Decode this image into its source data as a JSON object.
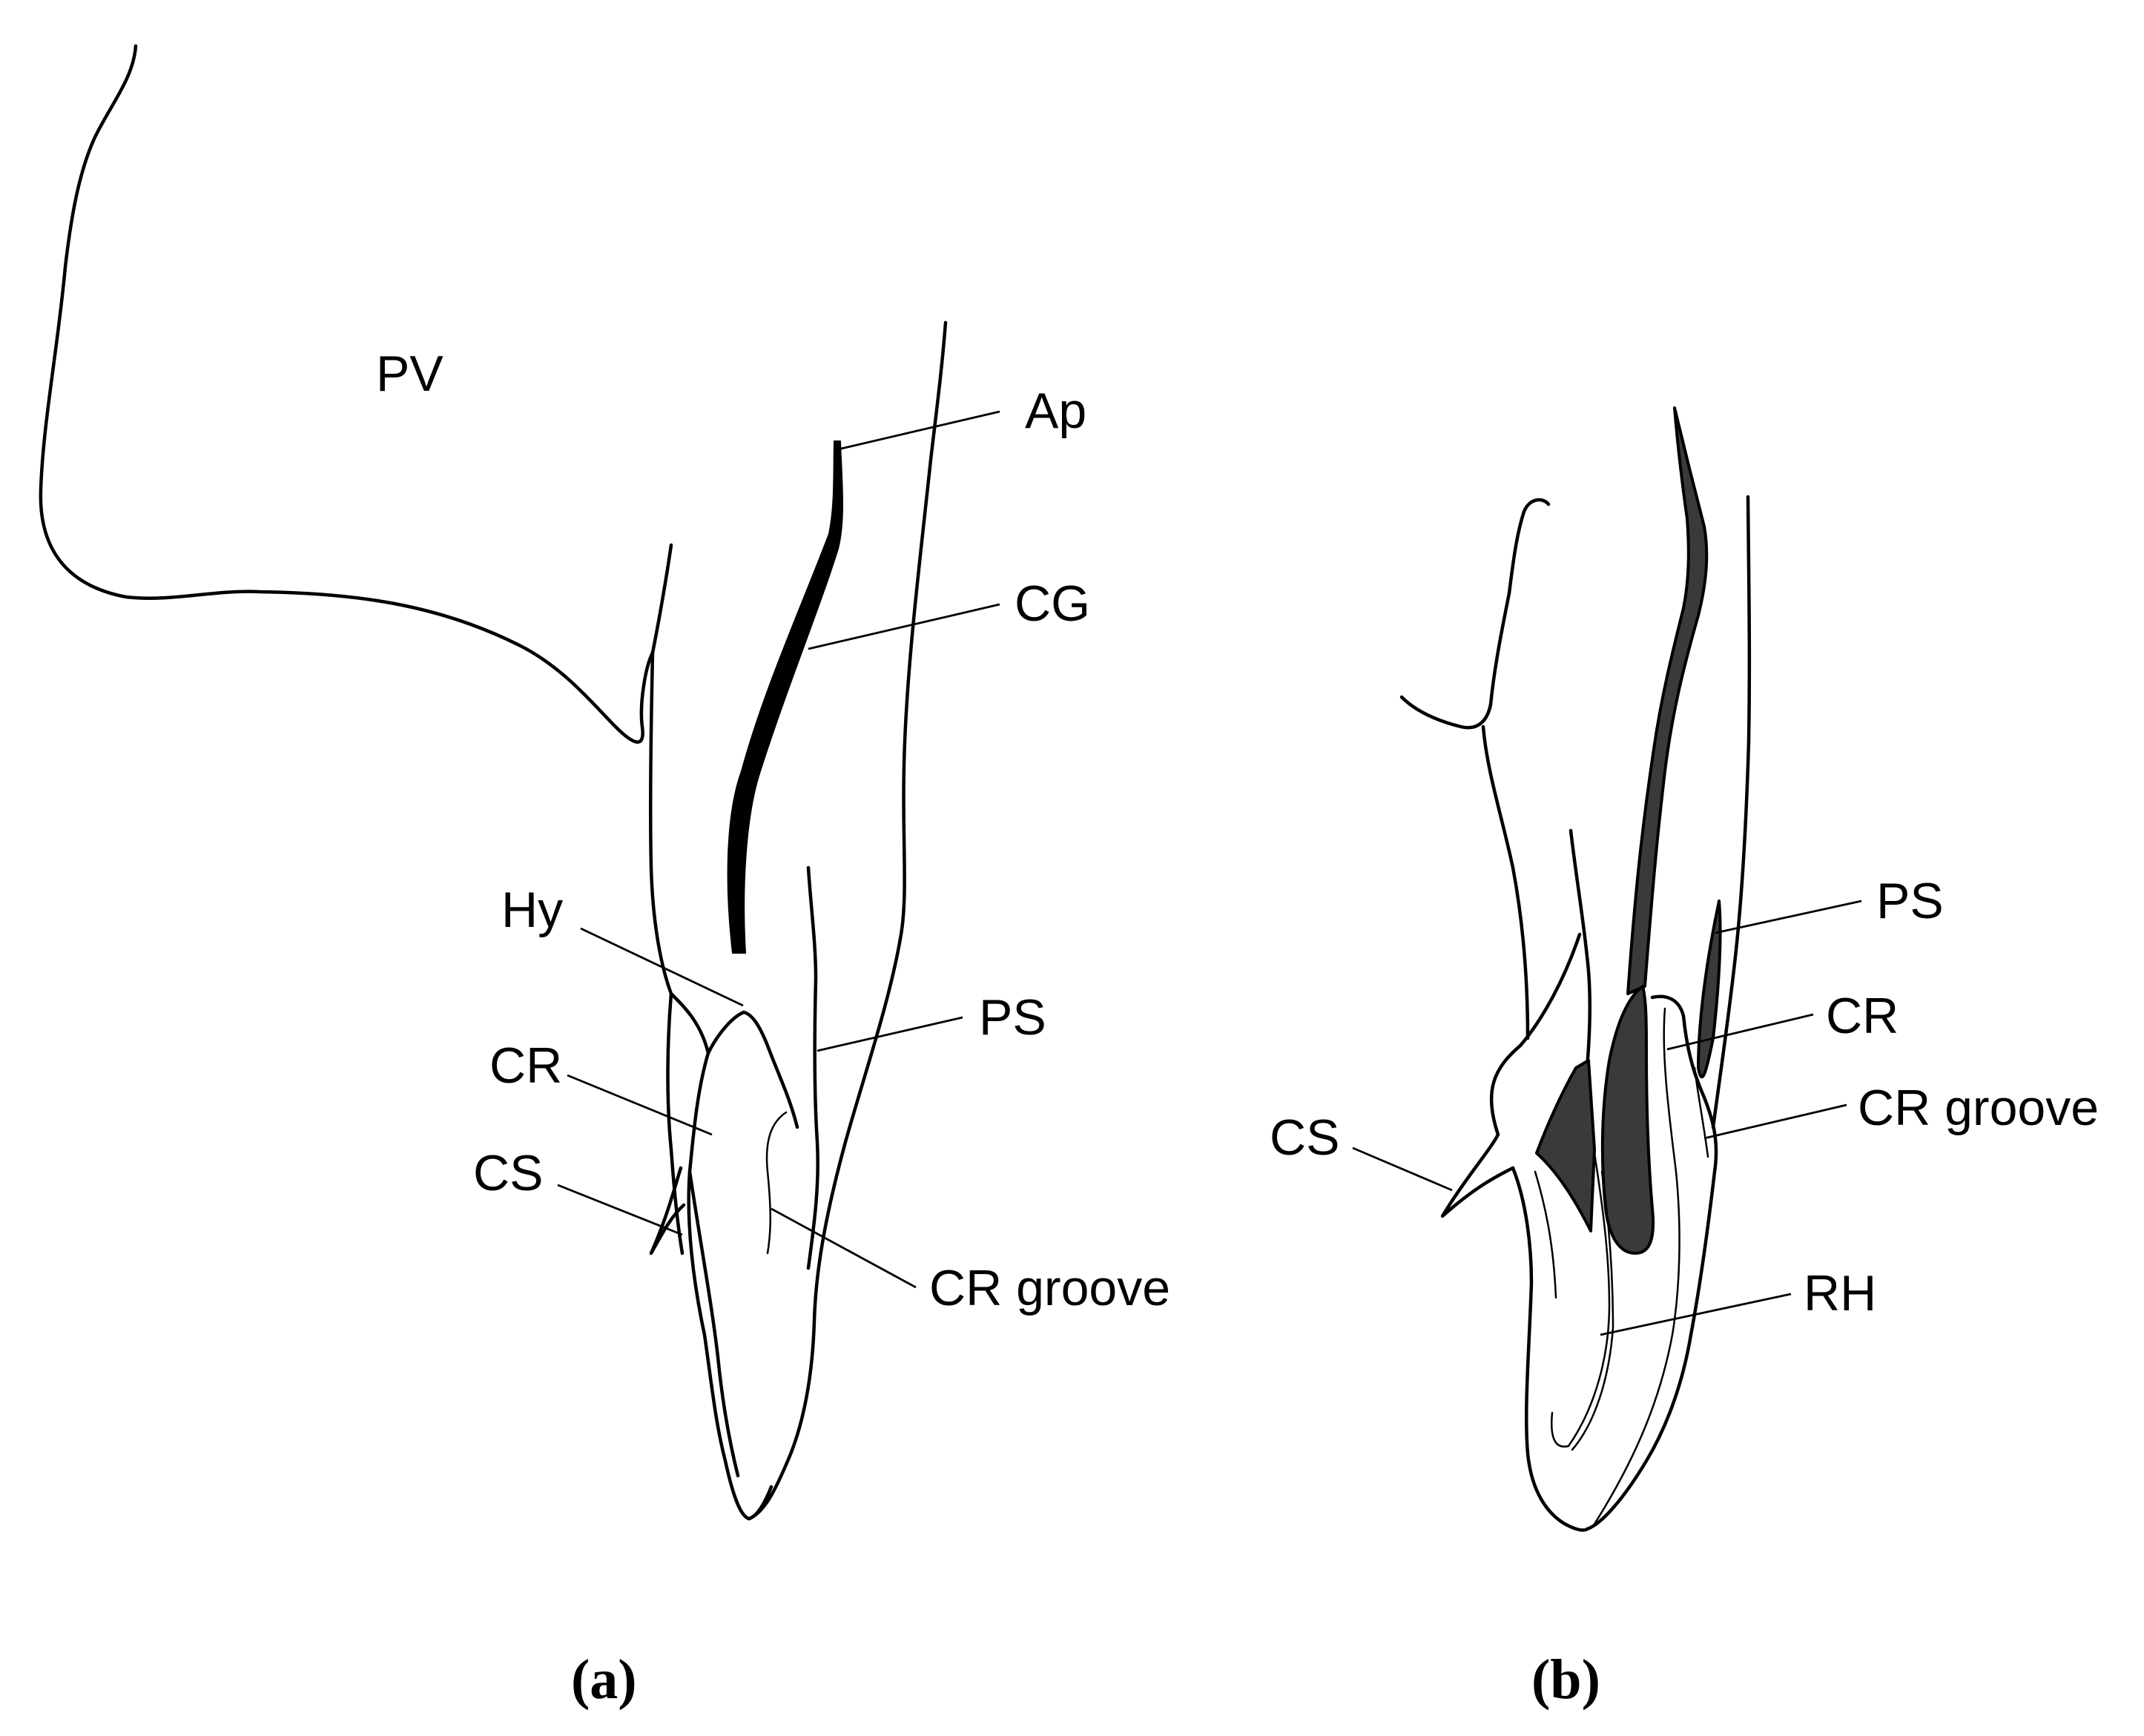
{
  "panel_a": {
    "caption": "(a)",
    "labels": {
      "pv": "PV",
      "ap": "Ap",
      "cg": "CG",
      "hy": "Hy",
      "ps": "PS",
      "cr": "CR",
      "cs": "CS",
      "cr_groove": "CR groove"
    }
  },
  "panel_b": {
    "caption": "(b)",
    "labels": {
      "ps": "PS",
      "cr": "CR",
      "cs": "CS",
      "cr_groove": "CR groove",
      "rh": "RH"
    }
  },
  "colors": {
    "line": "#000000",
    "dark_fill": "#3a3a3a",
    "background": "#ffffff"
  }
}
